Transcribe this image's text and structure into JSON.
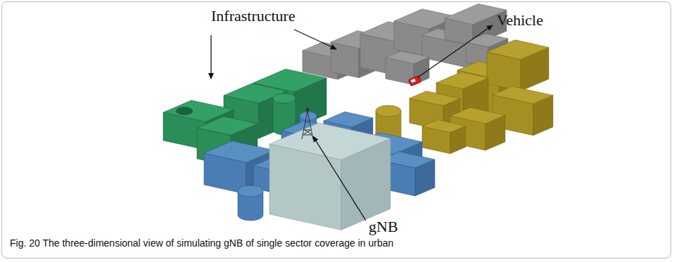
{
  "diagram": {
    "caption": "Fig. 20 The three-dimensional view of simulating gNB of single sector coverage in urban",
    "labels": [
      "Infrastructure",
      "Vehicle",
      "gNB"
    ]
  }
}
